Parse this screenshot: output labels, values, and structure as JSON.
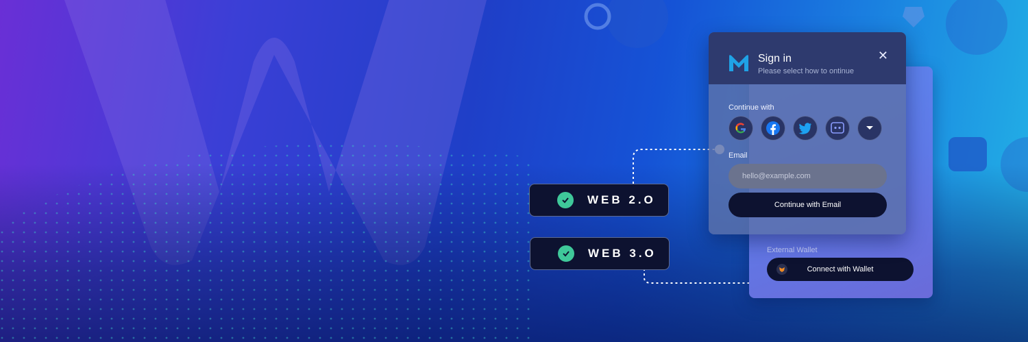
{
  "chips": [
    {
      "label": "WEB 2.O"
    },
    {
      "label": "WEB 3.O"
    }
  ],
  "modal": {
    "title": "Sign in",
    "subtitle": "Please select how to ontinue",
    "close_glyph": "✕",
    "continue_label": "Continue with",
    "socials": [
      "google-icon",
      "facebook-icon",
      "twitter-icon",
      "discord-icon",
      "chevron-down-icon"
    ],
    "email_label": "Email",
    "email_placeholder": "hello@example.com",
    "email_button": "Continue with Email"
  },
  "wallet": {
    "label": "External Wallet",
    "button": "Connect with Wallet"
  },
  "colors": {
    "check": "#3fc89a",
    "chip_bg": "#0d1230",
    "brand": "#1fa2e6"
  }
}
